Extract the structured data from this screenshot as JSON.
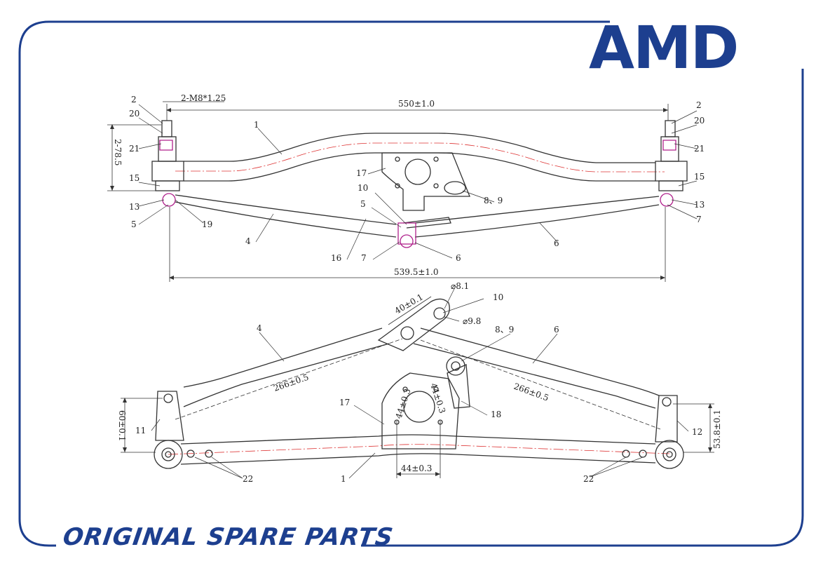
{
  "brand": {
    "logo_text": "AMD",
    "color": "#1d3f8f"
  },
  "footer": {
    "text": "ORIGINAL SPARE PARTS"
  },
  "top_view": {
    "dimensions": {
      "thread": "2-M8*1.25",
      "width_top": "550±1.0",
      "width_bottom": "539.5±1.0",
      "height_left": "2-78.5"
    },
    "callouts": {
      "c2_left": "2",
      "c20_left": "20",
      "c21_left": "21",
      "c15_left": "15",
      "c13_left": "13",
      "c5_left": "5",
      "c19": "19",
      "c4": "4",
      "c1": "1",
      "c17": "17",
      "c10": "10",
      "c5_mid": "5",
      "c8_9": "8、9",
      "c16": "16",
      "c7_mid": "7",
      "c6_mid": "6",
      "c6": "6",
      "c2_right": "2",
      "c20_right": "20",
      "c21_right": "21",
      "c15_right": "15",
      "c13_right": "13",
      "c7_right": "7"
    }
  },
  "bottom_view": {
    "dimensions": {
      "d8_1": "⌀8.1",
      "d9_8": "⌀9.8",
      "d40": "40±0.1",
      "link_left": "266±0.5",
      "link_right": "266±0.5",
      "height_left": "60±0.1",
      "height_right": "53.8±0.1",
      "bolt_span": "44±0.3",
      "bolt_left": "44±0.3",
      "bolt_right": "44±0.3"
    },
    "callouts": {
      "c4": "4",
      "c10": "10",
      "c8_9": "8、9",
      "c6": "6",
      "c17": "17",
      "c18": "18",
      "c11": "11",
      "c12": "12",
      "c22_left": "22",
      "c1": "1",
      "c22_right": "22"
    }
  }
}
